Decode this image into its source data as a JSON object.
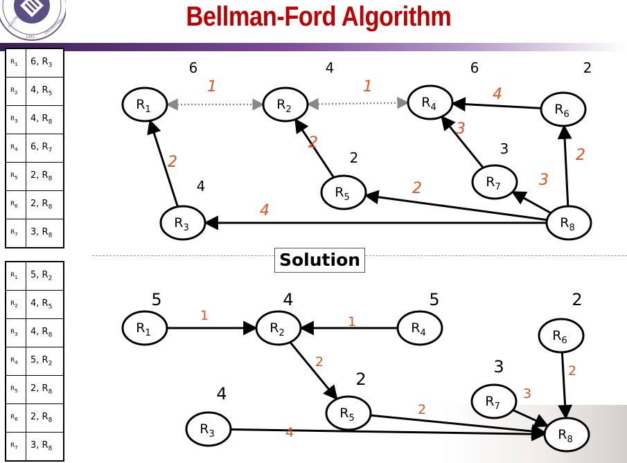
{
  "title": "Bellman-Ford Algorithm",
  "solution_label": "Solution",
  "tables": {
    "top": [
      {
        "router": "R1",
        "route": "6, R3"
      },
      {
        "router": "R2",
        "route": "4, R5"
      },
      {
        "router": "R3",
        "route": "4, R8"
      },
      {
        "router": "R4",
        "route": "6, R7"
      },
      {
        "router": "R5",
        "route": "2, R8"
      },
      {
        "router": "R6",
        "route": "2, R8"
      },
      {
        "router": "R7",
        "route": "3, R8"
      }
    ],
    "bottom": [
      {
        "router": "R1",
        "route": "5, R2"
      },
      {
        "router": "R2",
        "route": "4, R5"
      },
      {
        "router": "R3",
        "route": "4, R8"
      },
      {
        "router": "R4",
        "route": "5, R2"
      },
      {
        "router": "R5",
        "route": "2, R8"
      },
      {
        "router": "R6",
        "route": "2, R8"
      },
      {
        "router": "R7",
        "route": "3, R8"
      }
    ]
  },
  "graphs": {
    "top": {
      "nodes": [
        {
          "id": "R1",
          "distance": "6"
        },
        {
          "id": "R2",
          "distance": "4"
        },
        {
          "id": "R4",
          "distance": "6"
        },
        {
          "id": "R6",
          "distance": "2"
        },
        {
          "id": "R5",
          "distance": "2"
        },
        {
          "id": "R7",
          "distance": "3"
        },
        {
          "id": "R3",
          "distance": "4"
        },
        {
          "id": "R8",
          "distance": ""
        }
      ],
      "edges": [
        {
          "from": "R1",
          "to": "R2",
          "weight": "1",
          "style": "bidirectional-dotted"
        },
        {
          "from": "R2",
          "to": "R4",
          "weight": "1",
          "style": "bidirectional-dotted"
        },
        {
          "from": "R6",
          "to": "R4",
          "weight": "4"
        },
        {
          "from": "R3",
          "to": "R1",
          "weight": "2"
        },
        {
          "from": "R5",
          "to": "R2",
          "weight": "2"
        },
        {
          "from": "R7",
          "to": "R4",
          "weight": "3"
        },
        {
          "from": "R8",
          "to": "R6",
          "weight": "2"
        },
        {
          "from": "R8",
          "to": "R7",
          "weight": "3"
        },
        {
          "from": "R8",
          "to": "R5",
          "weight": "2"
        },
        {
          "from": "R8",
          "to": "R3",
          "weight": "4"
        }
      ]
    },
    "bottom": {
      "nodes": [
        {
          "id": "R1",
          "distance": "5"
        },
        {
          "id": "R2",
          "distance": "4"
        },
        {
          "id": "R4",
          "distance": "5"
        },
        {
          "id": "R6",
          "distance": "2"
        },
        {
          "id": "R5",
          "distance": "2"
        },
        {
          "id": "R7",
          "distance": "3"
        },
        {
          "id": "R3",
          "distance": "4"
        },
        {
          "id": "R8",
          "distance": ""
        }
      ],
      "edges": [
        {
          "from": "R1",
          "to": "R2",
          "weight": "1"
        },
        {
          "from": "R4",
          "to": "R2",
          "weight": "1"
        },
        {
          "from": "R2",
          "to": "R5",
          "weight": "2"
        },
        {
          "from": "R5",
          "to": "R8",
          "weight": "2"
        },
        {
          "from": "R6",
          "to": "R8",
          "weight": "2"
        },
        {
          "from": "R7",
          "to": "R8",
          "weight": "3"
        },
        {
          "from": "R3",
          "to": "R8",
          "weight": "4"
        }
      ]
    }
  },
  "colors": {
    "title": "#c00000",
    "weight": "#e8501e",
    "dotted_edge": "#888888"
  }
}
